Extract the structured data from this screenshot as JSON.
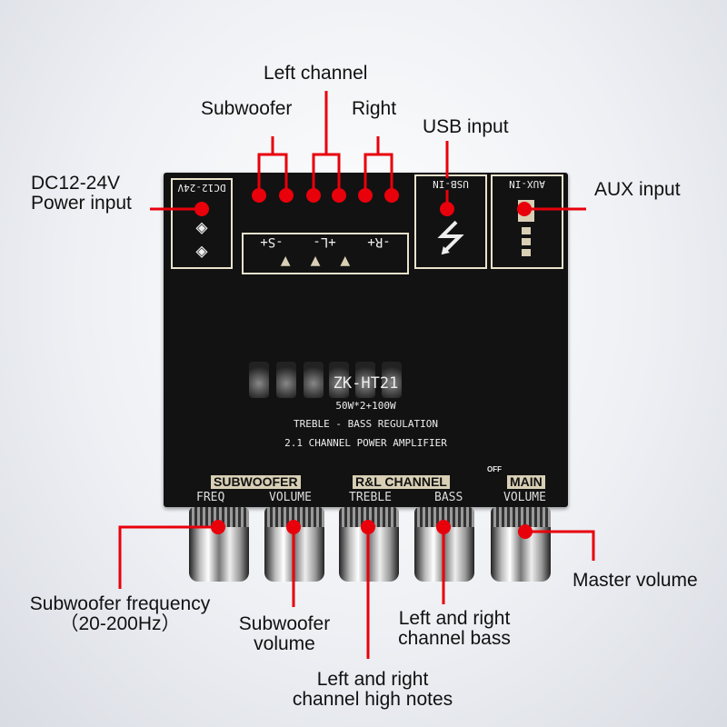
{
  "board": {
    "model": "ZK-HT21",
    "power": "50W*2+100W",
    "line1": "TREBLE - BASS REGULATION",
    "line2": "2.1 CHANNEL POWER AMPLIFIER",
    "dc_label": "DC12-24V",
    "usb_label": "USB-IN",
    "aux_label": "AUX-IN",
    "speaker_s": "-S+",
    "speaker_l": "+L-",
    "speaker_r": "-R+",
    "group_sub": "SUBWOOFER",
    "group_rl": "R&L CHANNEL",
    "group_main": "MAIN",
    "off": "OFF",
    "knobs": [
      "FREQ",
      "VOLUME",
      "TREBLE",
      "BASS",
      "VOLUME"
    ]
  },
  "callouts": {
    "left_channel": "Left channel",
    "subwoofer": "Subwoofer",
    "right": "Right",
    "usb": "USB input",
    "dc": "DC12-24V",
    "dc2": "Power input",
    "aux": "AUX input",
    "sub_freq": "Subwoofer frequency",
    "sub_freq2": "（20-200Hz）",
    "sub_vol": "Subwoofer",
    "sub_vol2": "volume",
    "treble": "Left and right",
    "treble2": "channel high notes",
    "bass": "Left and right",
    "bass2": "channel bass",
    "master": "Master volume"
  },
  "accent": "#e8000b"
}
